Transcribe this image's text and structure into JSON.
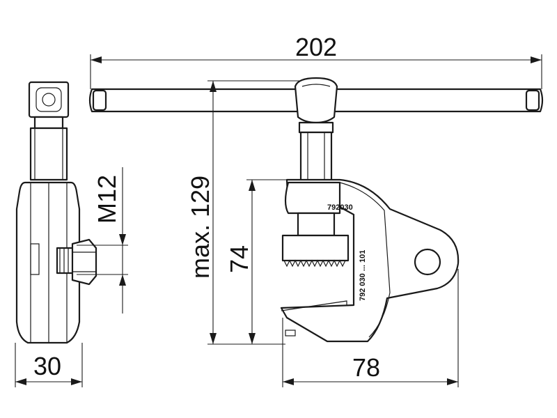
{
  "dimensions": {
    "overall_length": "202",
    "max_height": "max. 129",
    "jaw_height": "74",
    "thread": "M12",
    "side_width": "30",
    "jaw_depth": "78"
  },
  "markings": {
    "part_number_top": "792030",
    "part_number_side": "792 030 ... 101"
  }
}
